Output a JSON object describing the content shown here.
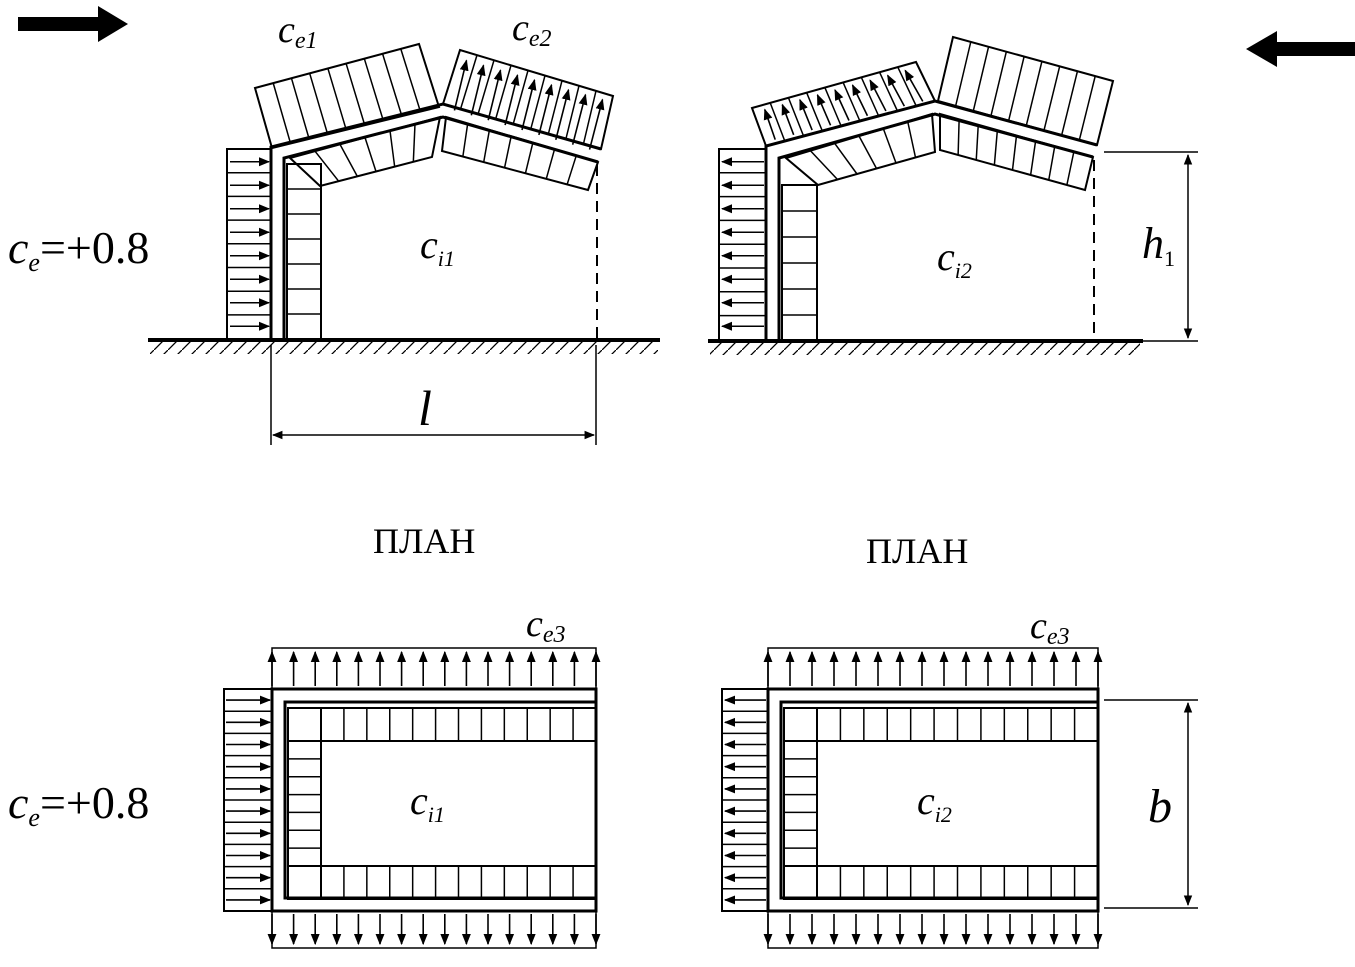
{
  "labels": {
    "ce_main": "c",
    "ce_main_sub": "e",
    "ce_value": "=+0.8",
    "ce1": "c",
    "ce1_sub": "e1",
    "ce2": "c",
    "ce2_sub": "e2",
    "ce3": "c",
    "ce3_sub": "e3",
    "ci1": "c",
    "ci1_sub": "i1",
    "ci2": "c",
    "ci2_sub": "i2",
    "span_l": "l",
    "height_h": "h",
    "height_h_sub": "1",
    "width_b": "b",
    "plan_title": "ПЛАН"
  },
  "colors": {
    "ink": "#000000",
    "background": "#ffffff"
  },
  "icons": {
    "wind_left_to_right": "arrow-right-icon",
    "wind_right_to_left": "arrow-left-icon"
  }
}
